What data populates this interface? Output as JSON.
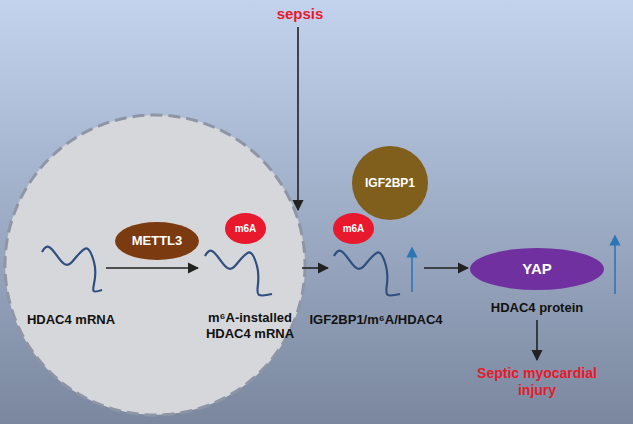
{
  "diagram": {
    "nodes": [
      {
        "text": [
          "sepsis"
        ]
      },
      {
        "text": [
          "METTL3"
        ]
      },
      {
        "text": [
          "HDAC4 mRNA"
        ]
      },
      {
        "text": [
          "m⁶A-installed HDAC4 mRNA"
        ]
      },
      {
        "text": [
          "m6A"
        ],
        "in": 3
      },
      {
        "text": [
          "IGF2BP1"
        ]
      },
      {
        "text": [
          "m6A"
        ]
      },
      {
        "text": [
          "IGF2BP1/m⁶A/HDAC4"
        ]
      },
      {
        "text": [
          "YAP"
        ]
      },
      {
        "text": [
          "HDAC4 protein"
        ]
      },
      {
        "text": [
          "Septic myocardial injury"
        ]
      }
    ],
    "edges": [
      {
        "from": 0,
        "to": 3,
        "arrow": "to"
      },
      {
        "from": 2,
        "to": 3,
        "arrow": "to"
      },
      {
        "from": 3,
        "to": 7,
        "arrow": "to"
      },
      {
        "from": 7,
        "to": 8,
        "arrow": "to"
      },
      {
        "from": 9,
        "to": 10,
        "arrow": "to"
      }
    ]
  }
}
